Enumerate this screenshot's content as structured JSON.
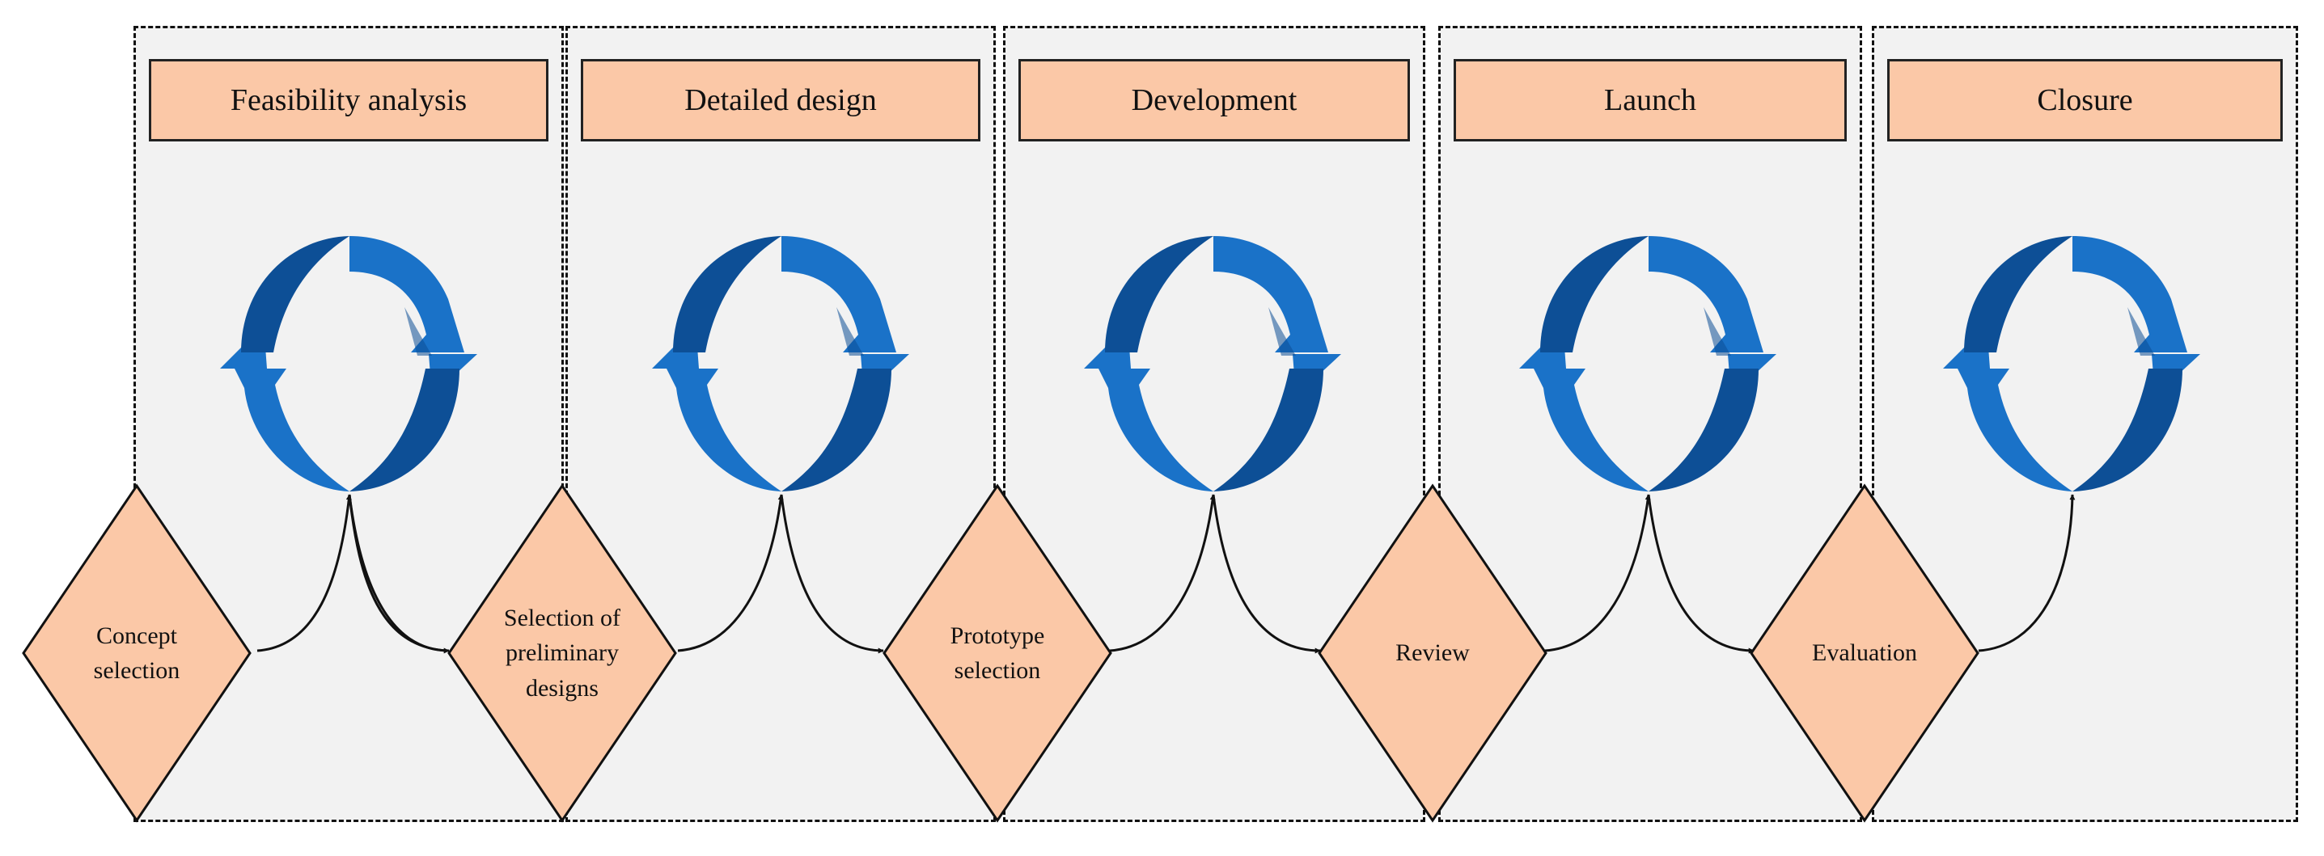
{
  "phases": [
    {
      "title": "Feasibility analysis"
    },
    {
      "title": "Detailed design"
    },
    {
      "title": "Development"
    },
    {
      "title": "Launch"
    },
    {
      "title": "Closure"
    }
  ],
  "decisions": [
    {
      "label": "Concept\nselection"
    },
    {
      "label": "Selection of\npreliminary\ndesigns"
    },
    {
      "label": "Prototype\nselection"
    },
    {
      "label": "Review"
    },
    {
      "label": "Evaluation"
    }
  ],
  "colors": {
    "phase_background": "#f2f2f2",
    "title_fill": "#fbc8a7",
    "decision_fill": "#fbc8a7",
    "cycle_arrow": "#1a72c8",
    "cycle_arrow_dark": "#0d4f96",
    "border": "#111111"
  },
  "icons": {
    "cycle": "circular-refresh-arrows-icon",
    "connector": "curved-arrow"
  }
}
